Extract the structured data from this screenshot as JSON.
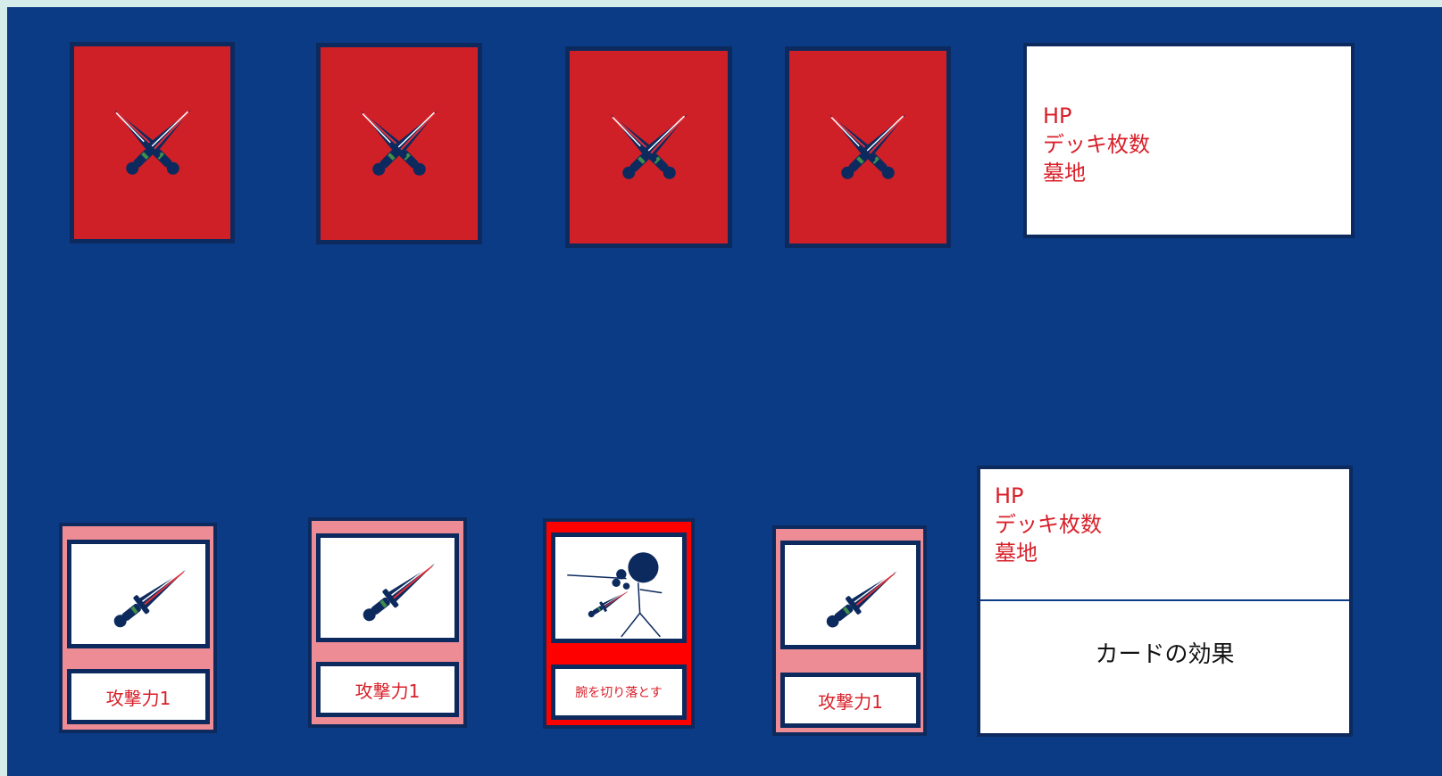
{
  "colors": {
    "board": "#0b3b84",
    "card_back": "#cf2027",
    "card_border": "#0d2a5e",
    "hand_card": "#ee8c95",
    "special_card": "#ff0000",
    "stat_text": "#d8202a"
  },
  "opponent": {
    "hand_icons": [
      "crossed-swords-icon",
      "crossed-swords-icon",
      "crossed-swords-icon",
      "crossed-swords-icon"
    ],
    "status": {
      "hp_label": "HP",
      "deck_label": "デッキ枚数",
      "graveyard_label": "墓地"
    }
  },
  "player": {
    "hand": [
      {
        "icon": "sword-icon",
        "label": "攻撃力1"
      },
      {
        "icon": "sword-icon",
        "label": "攻撃力1"
      },
      {
        "icon": "sword-slash-figure-icon",
        "label": "腕を切り落とす"
      },
      {
        "icon": "sword-icon",
        "label": "攻撃力1"
      }
    ],
    "status": {
      "hp_label": "HP",
      "deck_label": "デッキ枚数",
      "graveyard_label": "墓地"
    },
    "effect_label": "カードの効果"
  }
}
